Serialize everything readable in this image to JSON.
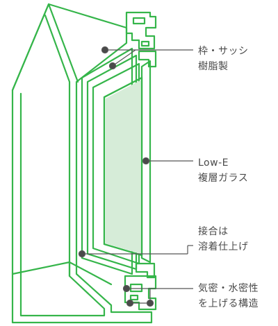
{
  "colors": {
    "frame_line": "#35b54a",
    "glass_fill": "#d6ecd8",
    "leader": "#555555",
    "dot": "#4a4a4a",
    "text": "#4a4a4a"
  },
  "labels": {
    "frame": {
      "line1": "枠・サッシ",
      "line2": "樹脂製"
    },
    "glass": {
      "line1": "Low-E",
      "line2": "複層ガラス"
    },
    "joint": {
      "line1": "接合は",
      "line2": "溶着仕上げ"
    },
    "seal": {
      "line1": "気密・水密性",
      "line2": "を上げる構造"
    }
  }
}
